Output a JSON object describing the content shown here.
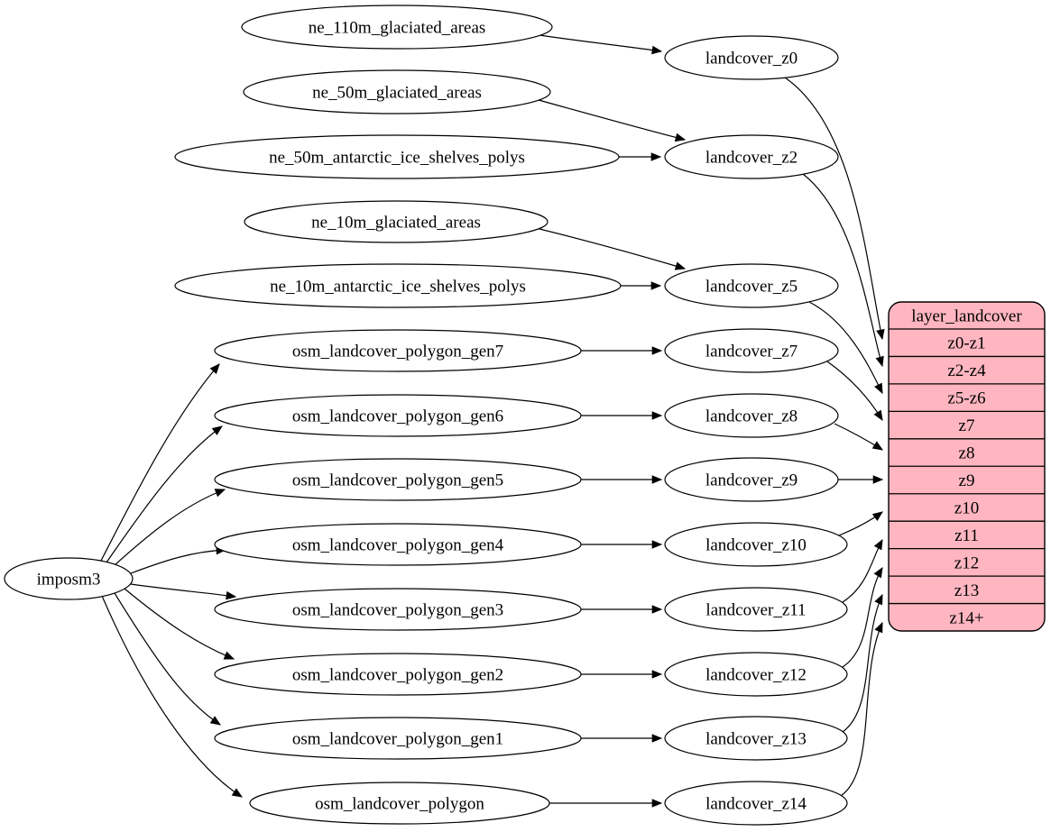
{
  "diagram": {
    "type": "graphviz-dataflow",
    "background_color": "#ffffff",
    "node_fill": "#ffffff",
    "node_stroke": "#000000",
    "edge_color": "#000000",
    "record_fill": "#ffb6c1",
    "record_stroke": "#000000",
    "nodes": [
      {
        "id": "imposm3",
        "label": "imposm3"
      },
      {
        "id": "ne_110m_glaciated_areas",
        "label": "ne_110m_glaciated_areas"
      },
      {
        "id": "ne_50m_glaciated_areas",
        "label": "ne_50m_glaciated_areas"
      },
      {
        "id": "ne_50m_antarctic_ice_shelves_polys",
        "label": "ne_50m_antarctic_ice_shelves_polys"
      },
      {
        "id": "ne_10m_glaciated_areas",
        "label": "ne_10m_glaciated_areas"
      },
      {
        "id": "ne_10m_antarctic_ice_shelves_polys",
        "label": "ne_10m_antarctic_ice_shelves_polys"
      },
      {
        "id": "osm_landcover_polygon_gen7",
        "label": "osm_landcover_polygon_gen7"
      },
      {
        "id": "osm_landcover_polygon_gen6",
        "label": "osm_landcover_polygon_gen6"
      },
      {
        "id": "osm_landcover_polygon_gen5",
        "label": "osm_landcover_polygon_gen5"
      },
      {
        "id": "osm_landcover_polygon_gen4",
        "label": "osm_landcover_polygon_gen4"
      },
      {
        "id": "osm_landcover_polygon_gen3",
        "label": "osm_landcover_polygon_gen3"
      },
      {
        "id": "osm_landcover_polygon_gen2",
        "label": "osm_landcover_polygon_gen2"
      },
      {
        "id": "osm_landcover_polygon_gen1",
        "label": "osm_landcover_polygon_gen1"
      },
      {
        "id": "osm_landcover_polygon",
        "label": "osm_landcover_polygon"
      },
      {
        "id": "landcover_z0",
        "label": "landcover_z0"
      },
      {
        "id": "landcover_z2",
        "label": "landcover_z2"
      },
      {
        "id": "landcover_z5",
        "label": "landcover_z5"
      },
      {
        "id": "landcover_z7",
        "label": "landcover_z7"
      },
      {
        "id": "landcover_z8",
        "label": "landcover_z8"
      },
      {
        "id": "landcover_z9",
        "label": "landcover_z9"
      },
      {
        "id": "landcover_z10",
        "label": "landcover_z10"
      },
      {
        "id": "landcover_z11",
        "label": "landcover_z11"
      },
      {
        "id": "landcover_z12",
        "label": "landcover_z12"
      },
      {
        "id": "landcover_z13",
        "label": "landcover_z13"
      },
      {
        "id": "landcover_z14",
        "label": "landcover_z14"
      }
    ],
    "record": {
      "id": "layer_landcover",
      "title": "layer_landcover",
      "rows": [
        "z0-z1",
        "z2-z4",
        "z5-z6",
        "z7",
        "z8",
        "z9",
        "z10",
        "z11",
        "z12",
        "z13",
        "z14+"
      ]
    },
    "edges": [
      {
        "from": "imposm3",
        "to": "osm_landcover_polygon_gen7"
      },
      {
        "from": "imposm3",
        "to": "osm_landcover_polygon_gen6"
      },
      {
        "from": "imposm3",
        "to": "osm_landcover_polygon_gen5"
      },
      {
        "from": "imposm3",
        "to": "osm_landcover_polygon_gen4"
      },
      {
        "from": "imposm3",
        "to": "osm_landcover_polygon_gen3"
      },
      {
        "from": "imposm3",
        "to": "osm_landcover_polygon_gen2"
      },
      {
        "from": "imposm3",
        "to": "osm_landcover_polygon_gen1"
      },
      {
        "from": "imposm3",
        "to": "osm_landcover_polygon"
      },
      {
        "from": "ne_110m_glaciated_areas",
        "to": "landcover_z0"
      },
      {
        "from": "ne_50m_glaciated_areas",
        "to": "landcover_z2"
      },
      {
        "from": "ne_50m_antarctic_ice_shelves_polys",
        "to": "landcover_z2"
      },
      {
        "from": "ne_10m_glaciated_areas",
        "to": "landcover_z5"
      },
      {
        "from": "ne_10m_antarctic_ice_shelves_polys",
        "to": "landcover_z5"
      },
      {
        "from": "osm_landcover_polygon_gen7",
        "to": "landcover_z7"
      },
      {
        "from": "osm_landcover_polygon_gen6",
        "to": "landcover_z8"
      },
      {
        "from": "osm_landcover_polygon_gen5",
        "to": "landcover_z9"
      },
      {
        "from": "osm_landcover_polygon_gen4",
        "to": "landcover_z10"
      },
      {
        "from": "osm_landcover_polygon_gen3",
        "to": "landcover_z11"
      },
      {
        "from": "osm_landcover_polygon_gen2",
        "to": "landcover_z12"
      },
      {
        "from": "osm_landcover_polygon_gen1",
        "to": "landcover_z13"
      },
      {
        "from": "osm_landcover_polygon",
        "to": "landcover_z14"
      },
      {
        "from": "landcover_z0",
        "to": "layer_landcover",
        "row": "z0-z1"
      },
      {
        "from": "landcover_z2",
        "to": "layer_landcover",
        "row": "z2-z4"
      },
      {
        "from": "landcover_z5",
        "to": "layer_landcover",
        "row": "z5-z6"
      },
      {
        "from": "landcover_z7",
        "to": "layer_landcover",
        "row": "z7"
      },
      {
        "from": "landcover_z8",
        "to": "layer_landcover",
        "row": "z8"
      },
      {
        "from": "landcover_z9",
        "to": "layer_landcover",
        "row": "z9"
      },
      {
        "from": "landcover_z10",
        "to": "layer_landcover",
        "row": "z10"
      },
      {
        "from": "landcover_z11",
        "to": "layer_landcover",
        "row": "z11"
      },
      {
        "from": "landcover_z12",
        "to": "layer_landcover",
        "row": "z12"
      },
      {
        "from": "landcover_z13",
        "to": "layer_landcover",
        "row": "z13"
      },
      {
        "from": "landcover_z14",
        "to": "layer_landcover",
        "row": "z14+"
      }
    ]
  }
}
